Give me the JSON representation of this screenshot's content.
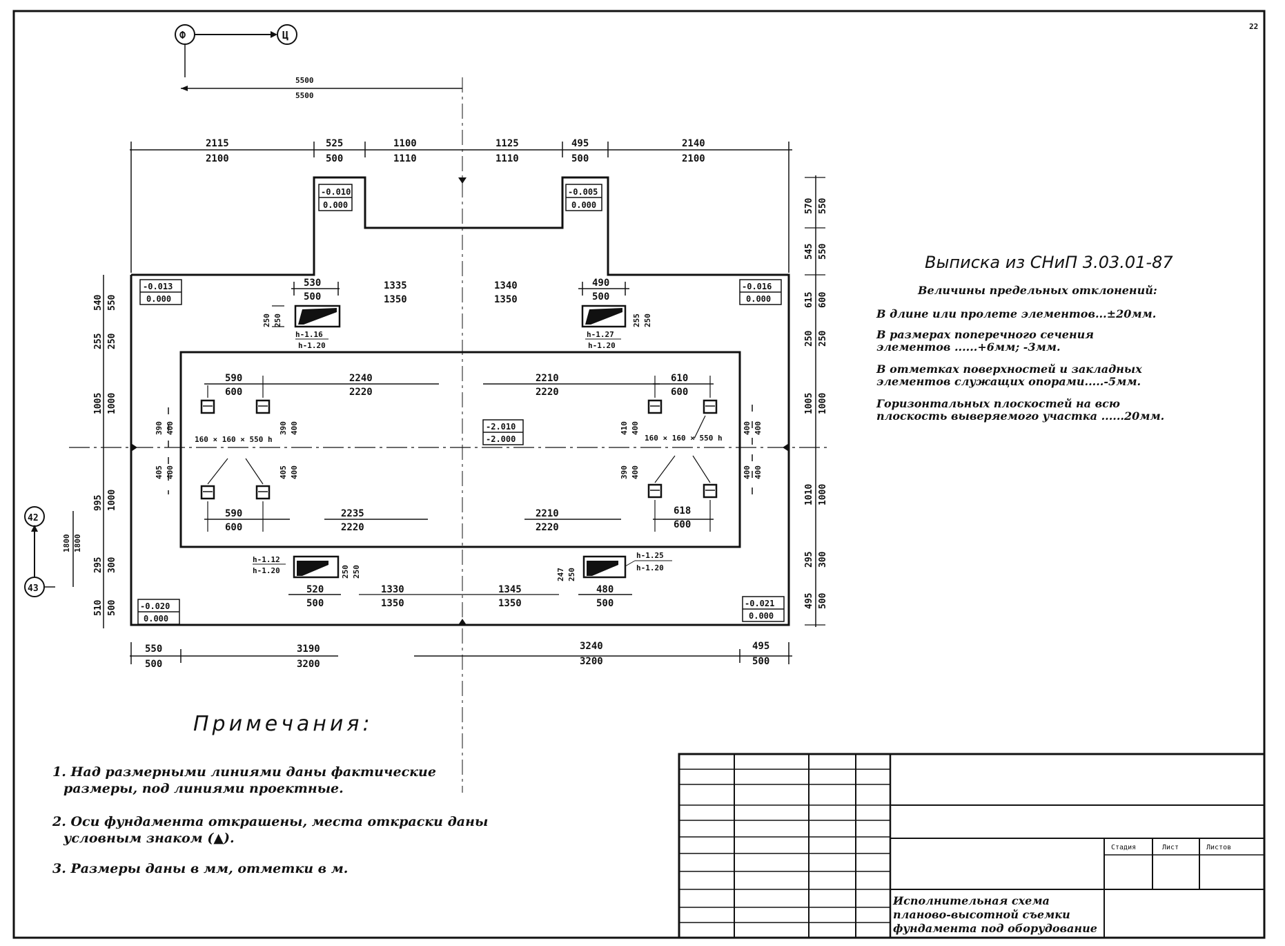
{
  "page_number": "22",
  "axes": {
    "top_left": "Ф",
    "top_right": "Ц",
    "left_top": "42",
    "left_bottom": "43",
    "top_span_actual": "5500",
    "top_span_design": "5500",
    "left_span_actual": "1800",
    "left_span_design": "1800"
  },
  "top_dims": [
    {
      "actual": "2115",
      "design": "2100"
    },
    {
      "actual": "525",
      "design": "500"
    },
    {
      "actual": "1100",
      "design": "1110"
    },
    {
      "actual": "1125",
      "design": "1110"
    },
    {
      "actual": "495",
      "design": "500"
    },
    {
      "actual": "2140",
      "design": "2100"
    }
  ],
  "bottom_dims": [
    {
      "actual": "550",
      "design": "500"
    },
    {
      "actual": "3190",
      "design": "3200"
    },
    {
      "actual": "3240",
      "design": "3200"
    },
    {
      "actual": "495",
      "design": "500"
    }
  ],
  "left_dims": [
    {
      "actual": "540",
      "design": "550"
    },
    {
      "actual": "255",
      "design": "250"
    },
    {
      "actual": "1005",
      "design": "1000"
    },
    {
      "actual": "995",
      "design": "1000"
    },
    {
      "actual": "295",
      "design": "300"
    },
    {
      "actual": "510",
      "design": "500"
    }
  ],
  "right_dims": [
    {
      "actual": "570",
      "design": "550"
    },
    {
      "actual": "545",
      "design": "550"
    },
    {
      "actual": "615",
      "design": "600"
    },
    {
      "actual": "250",
      "design": "250"
    },
    {
      "actual": "1005",
      "design": "1000"
    },
    {
      "actual": "1010",
      "design": "1000"
    },
    {
      "actual": "295",
      "design": "300"
    },
    {
      "actual": "495",
      "design": "500"
    }
  ],
  "elevations": [
    {
      "actual": "-0.010",
      "design": "0.000"
    },
    {
      "actual": "-0.005",
      "design": "0.000"
    },
    {
      "actual": "-0.013",
      "design": "0.000"
    },
    {
      "actual": "-0.016",
      "design": "0.000"
    },
    {
      "actual": "-2.010",
      "design": "-2.000"
    },
    {
      "actual": "-0.020",
      "design": "0.000"
    },
    {
      "actual": "-0.021",
      "design": "0.000"
    }
  ],
  "inner_dims": {
    "nl_top": {
      "actual": "530",
      "design": "500"
    },
    "nr_top": {
      "actual": "490",
      "design": "500"
    },
    "mid_top_l": {
      "actual": "1335",
      "design": "1350"
    },
    "mid_top_r": {
      "actual": "1340",
      "design": "1350"
    },
    "nl_bot": {
      "actual": "520",
      "design": "500"
    },
    "nr_bot": {
      "actual": "480",
      "design": "500"
    },
    "mid_bot_l": {
      "actual": "1330",
      "design": "1350"
    },
    "mid_bot_r": {
      "actual": "1345",
      "design": "1350"
    },
    "bolt_tl": {
      "actual": "590",
      "design": "600"
    },
    "bolt_mid_tl": {
      "actual": "2240",
      "design": "2220"
    },
    "bolt_mid_tr": {
      "actual": "2210",
      "design": "2220"
    },
    "bolt_tr": {
      "actual": "610",
      "design": "600"
    },
    "bolt_bl": {
      "actual": "590",
      "design": "600"
    },
    "bolt_mid_bl": {
      "actual": "2235",
      "design": "2220"
    },
    "bolt_mid_br": {
      "actual": "2210",
      "design": "2220"
    },
    "bolt_br": {
      "actual": "618",
      "design": "600"
    },
    "bolt_lv1": {
      "actual": "390",
      "design": "400"
    },
    "bolt_lv2": {
      "actual": "405",
      "design": "400"
    },
    "bolt_lv3": {
      "actual": "390",
      "design": "400"
    },
    "bolt_lv4": {
      "actual": "405",
      "design": "400"
    },
    "bolt_rv1": {
      "actual": "410",
      "design": "400"
    },
    "bolt_rv2": {
      "actual": "400",
      "design": "400"
    },
    "bolt_rv3": {
      "actual": "390",
      "design": "400"
    },
    "bolt_rv4": {
      "actual": "400",
      "design": "400"
    },
    "niche_h_tl": {
      "actual": "250",
      "design": "250"
    },
    "niche_h_tr": {
      "actual": "255",
      "design": "250"
    },
    "niche_h_bl": {
      "actual": "250",
      "design": "250"
    },
    "niche_h_br": {
      "actual": "247",
      "design": "250"
    }
  },
  "niche_levels": {
    "tl": {
      "actual": "h-1.16",
      "design": "h-1.20"
    },
    "tr": {
      "actual": "h-1.27",
      "design": "h-1.20"
    },
    "bl": {
      "actual": "h-1.12",
      "design": "h-1.20"
    },
    "br": {
      "actual": "h-1.25",
      "design": "h-1.20"
    }
  },
  "bolt_well_label_left": "160 × 160 × 550 h",
  "bolt_well_label_right": "160 × 160 × 550 h",
  "snip_extract": {
    "title": "Выписка из СНиП 3.03.01-87",
    "subtitle": "Величины предельных отклонений:",
    "lines": [
      "В длине или пролете элементов...±20мм.",
      "В размерах поперечного сечения",
      "элементов ......+6мм; -3мм.",
      "В отметках поверхностей и закладных",
      "элементов служащих опорами.....-5мм.",
      "Горизонтальных плоскостей на всю",
      "плоскость выверяемого участка ......20мм."
    ]
  },
  "notes": {
    "title": "Примечания:",
    "items": [
      "1. Над размерными линиями даны фактические",
      "размеры, под линиями проектные.",
      "2. Оси фундамента открашены, места откраски даны",
      "условным знаком (▲).",
      "3. Размеры даны в мм, отметки в м."
    ]
  },
  "title_block": {
    "col_stage": "Стадия",
    "col_sheet": "Лист",
    "col_sheets": "Листов",
    "drawing_title": [
      "Исполнительная схема",
      "планово-высотной съемки",
      "фундамента под оборудование"
    ]
  }
}
